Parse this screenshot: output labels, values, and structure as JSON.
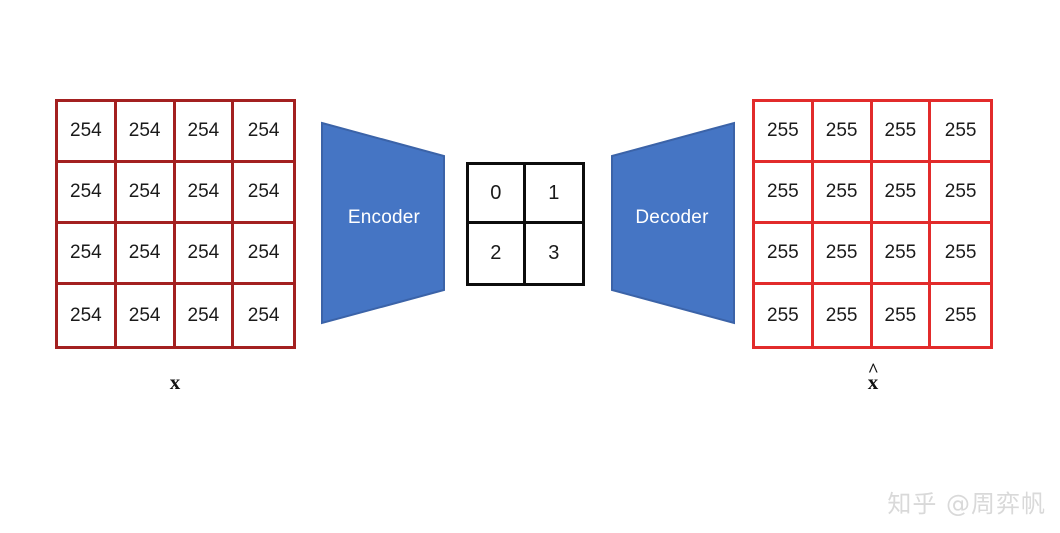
{
  "diagram": {
    "title": "Autoencoder pixel value diagram",
    "background_color": "#ffffff"
  },
  "input_matrix": {
    "name": "input-matrix",
    "rows": 4,
    "cols": 4,
    "border_color": "#a32020",
    "values": [
      [
        "254",
        "254",
        "254",
        "254"
      ],
      [
        "254",
        "254",
        "254",
        "254"
      ],
      [
        "254",
        "254",
        "254",
        "254"
      ],
      [
        "254",
        "254",
        "254",
        "254"
      ]
    ],
    "caption": "x"
  },
  "latent_matrix": {
    "name": "latent-code-matrix",
    "rows": 2,
    "cols": 2,
    "border_color": "#0d0d0d",
    "values": [
      [
        "0",
        "1"
      ],
      [
        "2",
        "3"
      ]
    ]
  },
  "output_matrix": {
    "name": "output-matrix",
    "rows": 4,
    "cols": 4,
    "border_color": "#e22b2b",
    "values": [
      [
        "255",
        "255",
        "255",
        "255"
      ],
      [
        "255",
        "255",
        "255",
        "255"
      ],
      [
        "255",
        "255",
        "255",
        "255"
      ],
      [
        "255",
        "255",
        "255",
        "255"
      ]
    ],
    "caption_base": "x",
    "caption_accent": "^"
  },
  "encoder": {
    "label": "Encoder",
    "fill_color": "#4575c4",
    "text_color": "#ffffff"
  },
  "decoder": {
    "label": "Decoder",
    "fill_color": "#4575c4",
    "text_color": "#ffffff"
  },
  "watermark": {
    "text": "知乎 @周弈帆",
    "color": "#d9d9d9"
  }
}
